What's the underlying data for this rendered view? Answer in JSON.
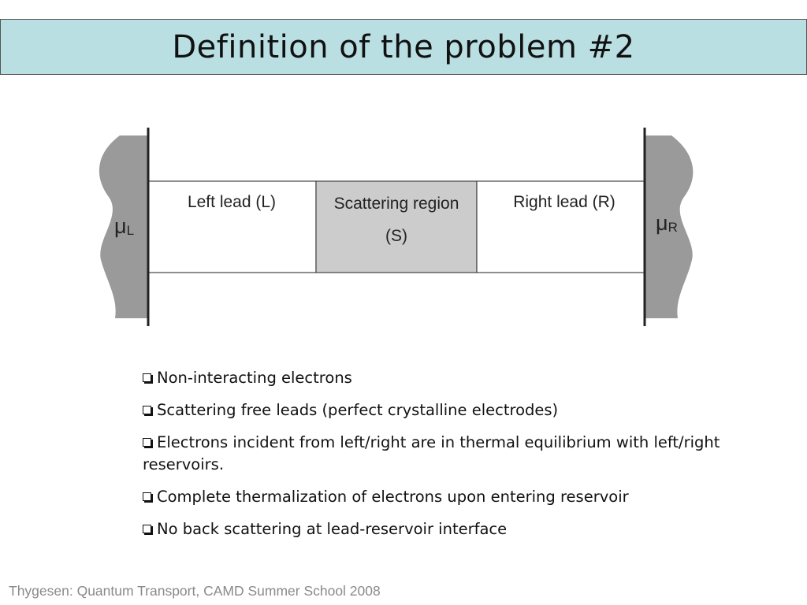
{
  "title": "Definition of the problem #2",
  "diagram": {
    "left_reservoir": {
      "symbol": "μ",
      "subscript": "L"
    },
    "right_reservoir": {
      "symbol": "μ",
      "subscript": "R"
    },
    "left_lead": "Left lead (L)",
    "scattering_region": {
      "line1": "Scattering region",
      "line2": "(S)"
    },
    "right_lead": "Right lead (R)",
    "colors": {
      "reservoir": "#9a9a9a",
      "scattering": "#cccccc",
      "lead": "#ffffff"
    }
  },
  "bullets": [
    {
      "text": "Non-interacting electrons"
    },
    {
      "text": "Scattering free leads (perfect crystalline electrodes)"
    },
    {
      "text": "Electrons incident from left/right are in thermal equilibrium with left/right reservoirs."
    },
    {
      "text": "Complete thermalization of electrons upon entering reservoir"
    },
    {
      "text": "No back scattering at lead-reservoir interface"
    }
  ],
  "footer": "Thygesen: Quantum Transport, CAMD Summer School 2008"
}
